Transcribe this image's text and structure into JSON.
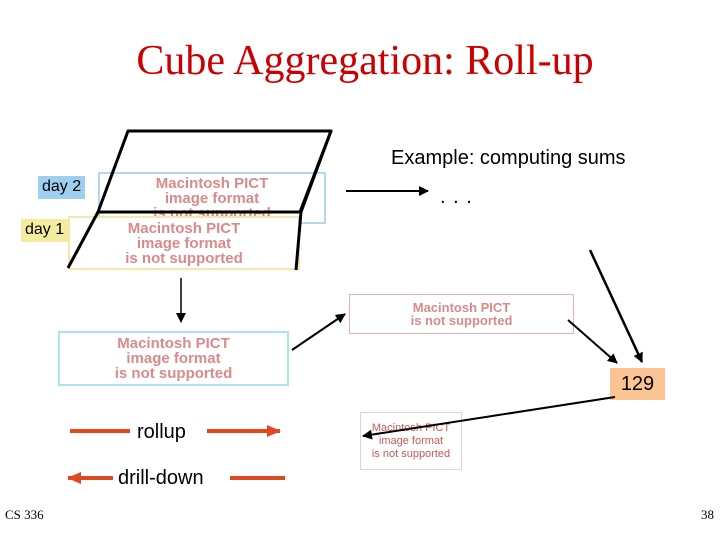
{
  "title": "Cube Aggregation: Roll-up",
  "example_caption": "Example: computing sums",
  "ellipsis": ". . .",
  "day_labels": {
    "day2": "day 2",
    "day1": "day 1"
  },
  "placeholder_image": {
    "line1": "Macintosh PICT",
    "line2": "image format",
    "line3": "is not supported"
  },
  "result_value": "129",
  "legend": {
    "rollup": "rollup",
    "drilldown": "drill-down"
  },
  "footer": {
    "course": "CS 336",
    "page_number": "38"
  },
  "colors": {
    "title": "#cc0000",
    "day2_label_bg": "#9fcff0",
    "day1_label_bg": "#f4eda0",
    "result_bg": "#fbc492",
    "legend_arrow": "#e0481f",
    "placeholder_text": "#d98a8a"
  }
}
